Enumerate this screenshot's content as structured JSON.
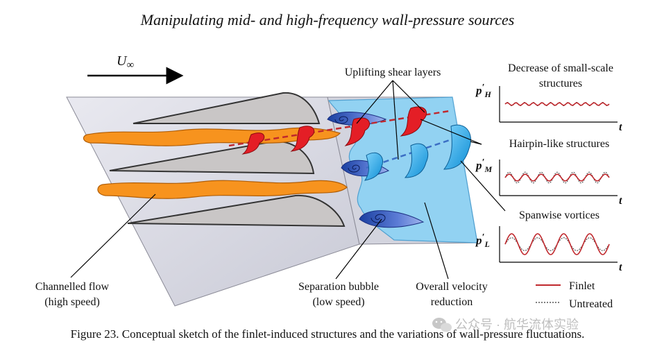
{
  "title": "Manipulating mid- and high-frequency wall-pressure sources",
  "freestream": {
    "symbol": "U",
    "subscript": "∞"
  },
  "labels": {
    "uplifting": "Uplifting shear layers",
    "decrease_line1": "Decrease of small-scale",
    "decrease_line2": "structures",
    "hairpin": "Hairpin-like structures",
    "spanwise": "Spanwise vortices",
    "channelled_line1": "Channelled flow",
    "channelled_line2": "(high speed)",
    "separation_line1": "Separation bubble",
    "separation_line2": "(low speed)",
    "overall_line1": "Overall velocity",
    "overall_line2": "reduction"
  },
  "signals": [
    {
      "symbol": "p",
      "prime": "′",
      "sub": "H",
      "axis": "t",
      "finlet_amplitude": 0.22,
      "untreated_amplitude": 0.3,
      "cycles": 12
    },
    {
      "symbol": "p",
      "prime": "′",
      "sub": "M",
      "axis": "t",
      "finlet_amplitude": 0.4,
      "untreated_amplitude": 0.65,
      "cycles": 6.5
    },
    {
      "symbol": "p",
      "prime": "′",
      "sub": "L",
      "axis": "t",
      "finlet_amplitude": 1.0,
      "untreated_amplitude": 0.62,
      "cycles": 4
    }
  ],
  "legend": [
    {
      "label": "Finlet",
      "color": "#c0282d"
    },
    {
      "label": "Untreated",
      "color": "#555555"
    }
  ],
  "caption": "Figure 23. Conceptual sketch of the finlet-induced structures and the variations of wall-pressure fluctuations.",
  "watermark": "公众号 · 航华流体实验",
  "colors": {
    "plate": "#dcdde6",
    "fin": "#c9c6c6",
    "channel": "#f7931e",
    "wake": "#8fd2f4",
    "vortex": "#3b5bbf",
    "hairpin": "#1ea8e8",
    "shear": "#e41e26"
  }
}
